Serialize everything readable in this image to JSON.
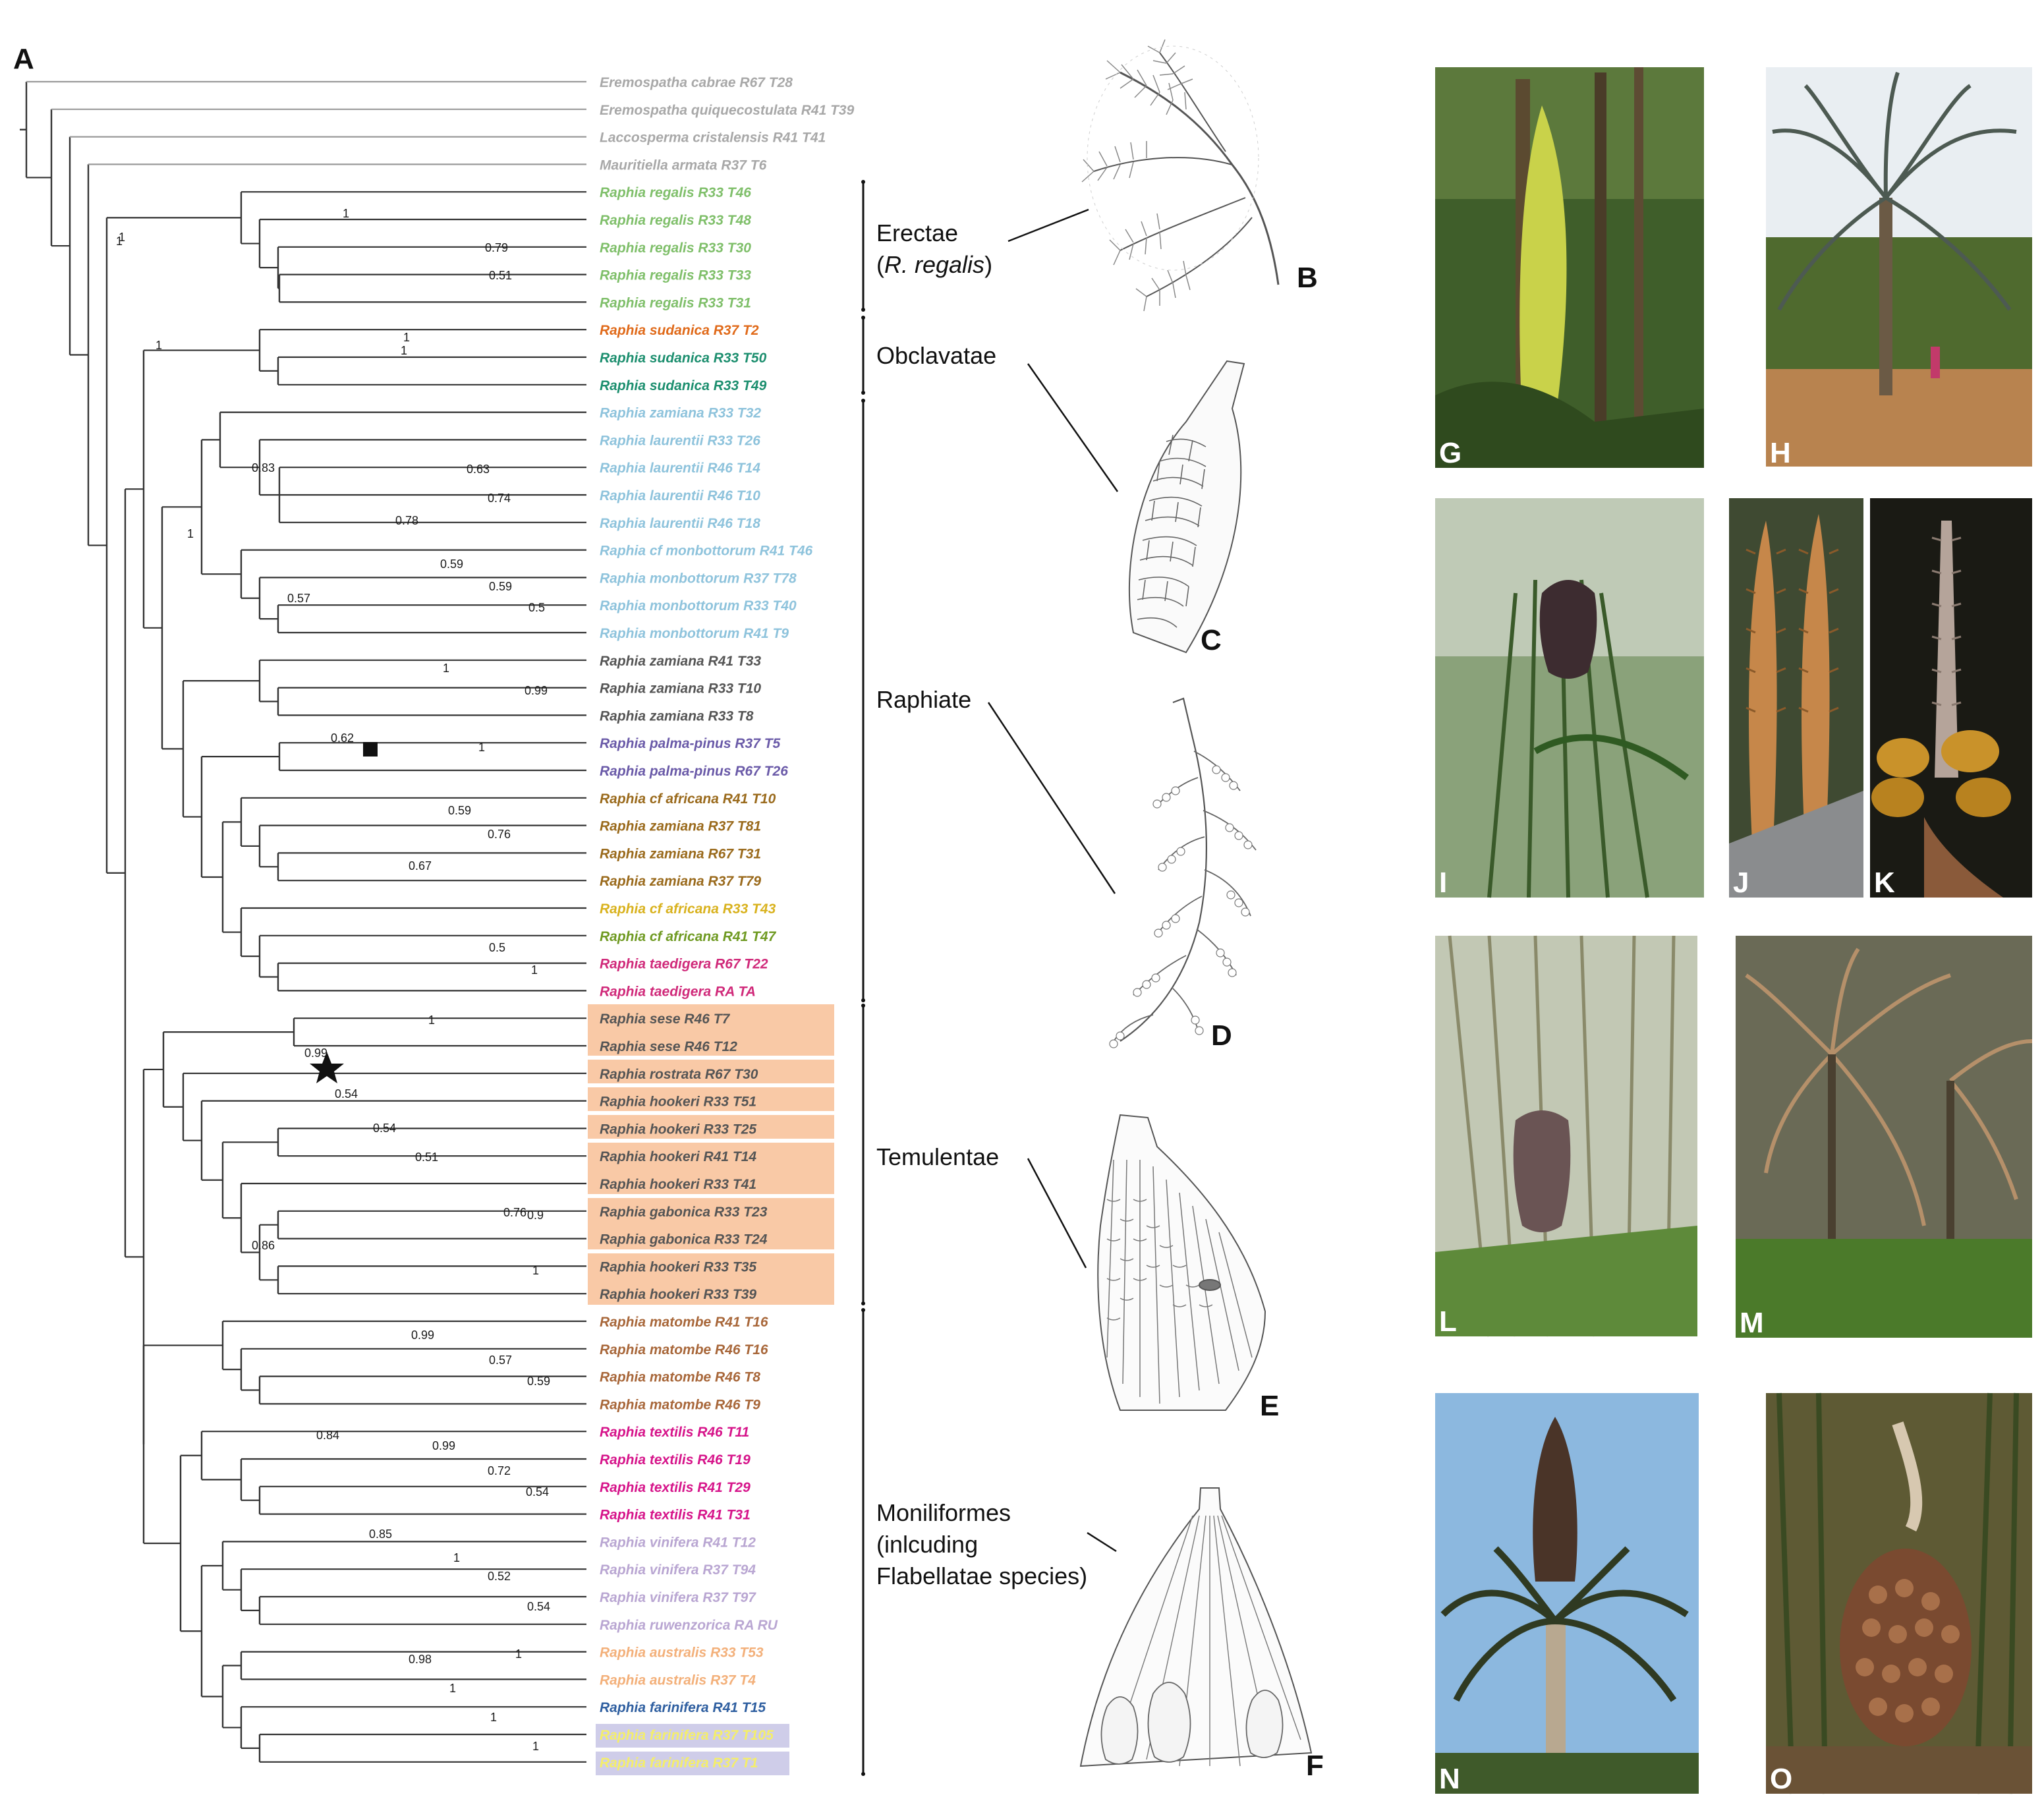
{
  "panel_label_tree": "A",
  "tips": [
    {
      "label": "Eremospatha cabrae R67 T28",
      "color": "#a8a8a8"
    },
    {
      "label": "Eremospatha quiquecostulata R41 T39",
      "color": "#a8a8a8"
    },
    {
      "label": "Laccosperma cristalensis R41 T41",
      "color": "#a8a8a8"
    },
    {
      "label": "Mauritiella armata R37 T6",
      "color": "#a8a8a8"
    },
    {
      "label": "Raphia regalis R33 T46",
      "color": "#7fbf6a"
    },
    {
      "label": "Raphia regalis R33 T48",
      "color": "#7fbf6a"
    },
    {
      "label": "Raphia regalis R33 T30",
      "color": "#7fbf6a"
    },
    {
      "label": "Raphia regalis R33 T33",
      "color": "#7fbf6a"
    },
    {
      "label": "Raphia regalis R33 T31",
      "color": "#7fbf6a"
    },
    {
      "label": "Raphia sudanica R37 T2",
      "color": "#e06a1a"
    },
    {
      "label": "Raphia sudanica R33 T50",
      "color": "#1d8f6f"
    },
    {
      "label": "Raphia sudanica R33 T49",
      "color": "#1d8f6f"
    },
    {
      "label": "Raphia zamiana R33 T32",
      "color": "#8ec3dc"
    },
    {
      "label": "Raphia laurentii R33 T26",
      "color": "#8ec3dc"
    },
    {
      "label": "Raphia laurentii R46 T14",
      "color": "#8ec3dc"
    },
    {
      "label": "Raphia laurentii R46 T10",
      "color": "#8ec3dc"
    },
    {
      "label": "Raphia laurentii R46 T18",
      "color": "#8ec3dc"
    },
    {
      "label": "Raphia cf monbottorum R41 T46",
      "color": "#8ec3dc"
    },
    {
      "label": "Raphia monbottorum R37 T78",
      "color": "#8ec3dc"
    },
    {
      "label": "Raphia monbottorum R33 T40",
      "color": "#8ec3dc"
    },
    {
      "label": "Raphia monbottorum R41 T9",
      "color": "#8ec3dc"
    },
    {
      "label": "Raphia zamiana R41 T33",
      "color": "#555555"
    },
    {
      "label": "Raphia zamiana R33 T10",
      "color": "#555555"
    },
    {
      "label": "Raphia zamiana R33 T8",
      "color": "#555555"
    },
    {
      "label": "Raphia palma-pinus R37 T5",
      "color": "#6a5aa8"
    },
    {
      "label": "Raphia palma-pinus R67 T26",
      "color": "#6a5aa8"
    },
    {
      "label": "Raphia cf africana R41 T10",
      "color": "#9a6a1c"
    },
    {
      "label": "Raphia zamiana R37 T81",
      "color": "#9a6a1c"
    },
    {
      "label": "Raphia zamiana R67 T31",
      "color": "#9a6a1c"
    },
    {
      "label": "Raphia zamiana R37 T79",
      "color": "#9a6a1c"
    },
    {
      "label": "Raphia cf africana R33 T43",
      "color": "#d9b21e"
    },
    {
      "label": "Raphia cf africana R41 T47",
      "color": "#6f9a22"
    },
    {
      "label": "Raphia taedigera R67 T22",
      "color": "#d02a7a"
    },
    {
      "label": "Raphia taedigera RA TA",
      "color": "#d02a7a"
    },
    {
      "label": "Raphia sese R46 T7",
      "color": "#555555"
    },
    {
      "label": "Raphia sese R46 T12",
      "color": "#555555"
    },
    {
      "label": "Raphia rostrata R67 T30",
      "color": "#555555"
    },
    {
      "label": "Raphia hookeri R33 T51",
      "color": "#555555"
    },
    {
      "label": "Raphia hookeri R33 T25",
      "color": "#555555"
    },
    {
      "label": "Raphia hookeri R41 T14",
      "color": "#555555"
    },
    {
      "label": "Raphia hookeri R33 T41",
      "color": "#555555"
    },
    {
      "label": "Raphia gabonica R33 T23",
      "color": "#555555"
    },
    {
      "label": "Raphia gabonica R33 T24",
      "color": "#555555"
    },
    {
      "label": "Raphia hookeri R33 T35",
      "color": "#555555"
    },
    {
      "label": "Raphia hookeri R33 T39",
      "color": "#555555"
    },
    {
      "label": "Raphia matombe R41 T16",
      "color": "#a8673a"
    },
    {
      "label": "Raphia matombe R46 T16",
      "color": "#a8673a"
    },
    {
      "label": "Raphia matombe R46 T8",
      "color": "#a8673a"
    },
    {
      "label": "Raphia matombe R46 T9",
      "color": "#a8673a"
    },
    {
      "label": "Raphia textilis R46 T11",
      "color": "#d6148a"
    },
    {
      "label": "Raphia textilis R46 T19",
      "color": "#d6148a"
    },
    {
      "label": "Raphia textilis R41 T29",
      "color": "#d6148a"
    },
    {
      "label": "Raphia textilis R41 T31",
      "color": "#d6148a"
    },
    {
      "label": "Raphia vinifera R41 T12",
      "color": "#b9a6d2"
    },
    {
      "label": "Raphia vinifera R37 T94",
      "color": "#b9a6d2"
    },
    {
      "label": "Raphia vinifera R37 T97",
      "color": "#b9a6d2"
    },
    {
      "label": "Raphia ruwenzorica RA RU",
      "color": "#b9a6d2"
    },
    {
      "label": "Raphia australis R33 T53",
      "color": "#f3b07a"
    },
    {
      "label": "Raphia australis R37 T4",
      "color": "#f3b07a"
    },
    {
      "label": "Raphia farinifera R41 T15",
      "color": "#2f5fa0"
    },
    {
      "label": "Raphia farinifera R37 T105",
      "color": "#f4ee6a"
    },
    {
      "label": "Raphia farinifera R37 T1",
      "color": "#f4ee6a"
    }
  ],
  "support_values": [
    "1",
    "1",
    "1",
    "1",
    "1",
    "0.79",
    "0.51",
    "1",
    "1",
    "0.83",
    "0.57",
    "0.78",
    "0.63",
    "0.74",
    "0.59",
    "0.59",
    "0.5",
    "0.62",
    "1",
    "0.99",
    "1",
    "0.67",
    "0.59",
    "0.76",
    "0.5",
    "1",
    "0.86",
    "1",
    "0.99",
    "0.54",
    "0.54",
    "0.51",
    "0.76",
    "0.9",
    "1",
    "0.84",
    "0.99",
    "0.57",
    "0.59",
    "0.99",
    "0.72",
    "0.54",
    "0.85",
    "0.98",
    "1",
    "0.52",
    "0.54",
    "1",
    "1",
    "1",
    "1"
  ],
  "groups": {
    "erectae_line1": "Erectae",
    "erectae_line2": "(",
    "erectae_italic": "R. regalis",
    "erectae_close": ")",
    "obclavatae": "Obclavatae",
    "raphiate": "Raphiate",
    "temulentae": "Temulentae",
    "moniliformes_line1": "Moniliformes",
    "moniliformes_line2": "(inlcuding",
    "moniliformes_line3": "Flabellatae species)"
  },
  "drawing_labels": [
    "B",
    "C",
    "D",
    "E",
    "F"
  ],
  "photo_labels": [
    "G",
    "H",
    "I",
    "J",
    "K",
    "L",
    "M",
    "N",
    "O"
  ],
  "colors": {
    "highlight_orange": "#f9c9a6",
    "highlight_lavender": "#cfcde9",
    "tree_line": "#333333",
    "outgroup_line": "#8a8a8a"
  }
}
